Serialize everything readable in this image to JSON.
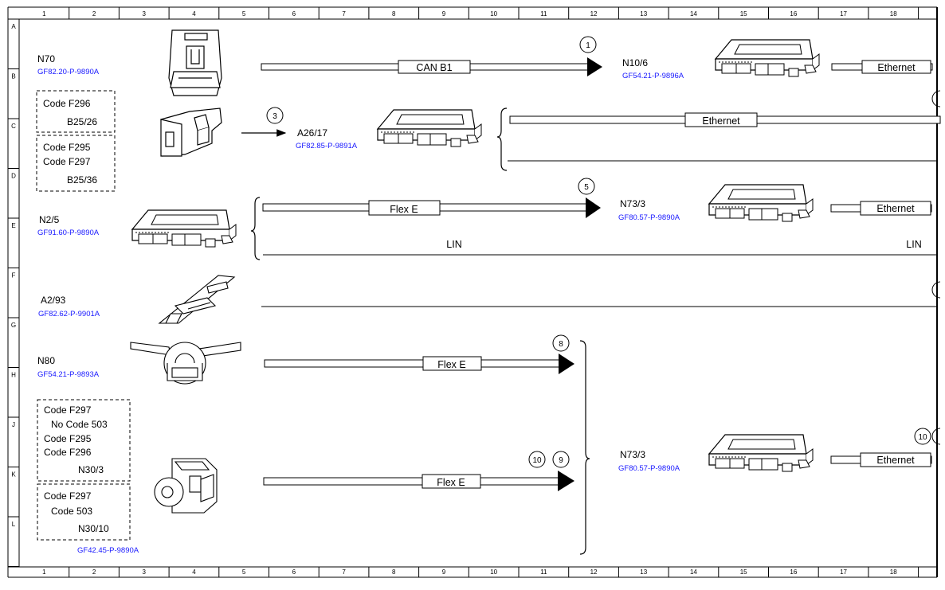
{
  "colors": {
    "link": "#1a1aff",
    "line": "#000000",
    "frame": "#000000"
  },
  "grid": {
    "columns": [
      "1",
      "2",
      "3",
      "4",
      "5",
      "6",
      "7",
      "8",
      "9",
      "10",
      "11",
      "12",
      "13",
      "14",
      "15",
      "16",
      "17",
      "18"
    ],
    "rows": [
      "A",
      "B",
      "C",
      "D",
      "E",
      "F",
      "G",
      "H",
      "J",
      "K",
      "L"
    ]
  },
  "components": [
    {
      "id": "n70",
      "name": "N70",
      "ref": "GF82.20-P-9890A",
      "icon": "overhead-control-panel-icon"
    },
    {
      "id": "a2617",
      "name": "A26/17",
      "ref": "GF82.85-P-9891A",
      "icon": "control-unit-icon"
    },
    {
      "id": "n25",
      "name": "N2/5",
      "ref": "GF91.60-P-9890A",
      "icon": "control-unit-icon"
    },
    {
      "id": "a293",
      "name": "A2/93",
      "ref": "GF82.62-P-9901A",
      "icon": "antenna-module-icon"
    },
    {
      "id": "n80",
      "name": "N80",
      "ref": "GF54.21-P-9893A",
      "icon": "steering-column-module-icon"
    },
    {
      "id": "n106",
      "name": "N10/6",
      "ref": "GF54.21-P-9896A",
      "icon": "control-unit-icon"
    },
    {
      "id": "n733a",
      "name": "N73/3",
      "ref": "GF80.57-P-9890A",
      "icon": "control-unit-icon"
    },
    {
      "id": "n733b",
      "name": "N73/3",
      "ref": "GF80.57-P-9890A",
      "icon": "control-unit-icon"
    },
    {
      "id": "ign",
      "name": "",
      "ref": "GF42.45-P-9890A",
      "icon": "ignition-lock-icon"
    }
  ],
  "code_boxes": [
    {
      "id": "box1",
      "lines": [
        "Code F296",
        "B25/26"
      ]
    },
    {
      "id": "box2",
      "lines": [
        "Code F295",
        "Code F297",
        "B25/36"
      ]
    },
    {
      "id": "box3",
      "lines": [
        "Code F297",
        "No Code 503",
        "Code F295",
        "Code F296",
        "N30/3"
      ]
    },
    {
      "id": "box4",
      "lines": [
        "Code F297",
        "Code 503",
        "N30/10"
      ]
    }
  ],
  "bus_labels": {
    "can_b1": "CAN B1",
    "ethernet": "Ethernet",
    "flex_e": "Flex E",
    "lin": "LIN"
  },
  "markers": [
    "1",
    "3",
    "5",
    "8",
    "10",
    "9"
  ]
}
